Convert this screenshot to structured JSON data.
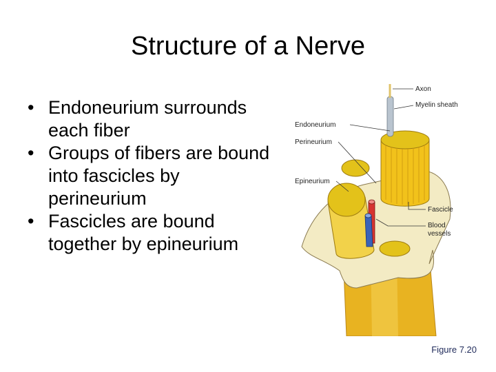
{
  "slide": {
    "title": "Structure of a Nerve",
    "bullets": [
      "Endoneurium surrounds each fiber",
      "Groups of fibers are bound into fascicles by perineurium",
      "Fascicles are bound together by epineurium"
    ],
    "bullet_glyph": "•",
    "caption": "Figure 7.20"
  },
  "figure": {
    "labels": {
      "axon": "Axon",
      "myelin": "Myelin sheath",
      "endoneurium": "Endoneurium",
      "perineurium": "Perineurium",
      "epineurium": "Epineurium",
      "fascicle": "Fascicle",
      "blood_vessels_1": "Blood",
      "blood_vessels_2": "vessels"
    },
    "colors": {
      "fiber": "#f2c21b",
      "fascicle_face": "#e3c21a",
      "epineurium": "#f3ebc4",
      "artery": "#d6342f",
      "vein": "#3a63b8"
    }
  }
}
